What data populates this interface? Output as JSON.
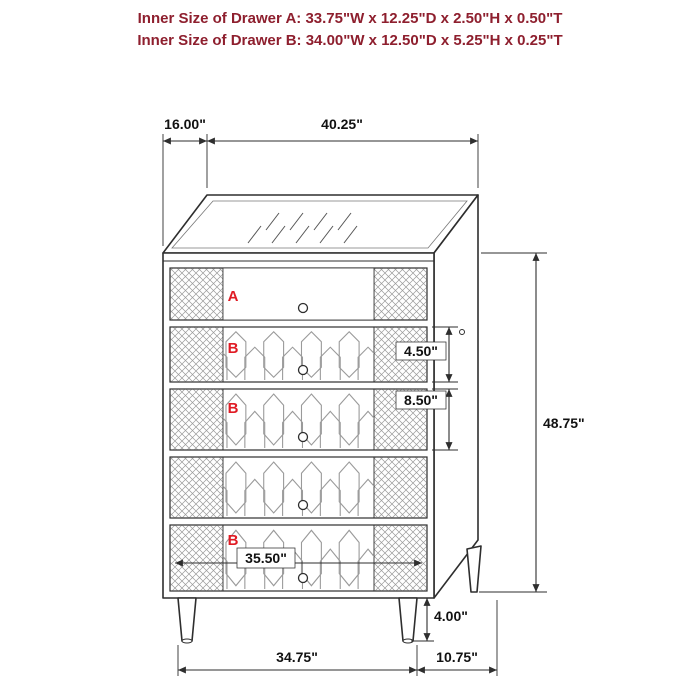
{
  "header": {
    "line1": "Inner Size of Drawer A: 33.75\"W x 12.25\"D x 2.50\"H x 0.50\"T",
    "line2": "Inner Size of Drawer B: 34.00\"W x 12.50\"D x 5.25\"H x 0.25\"T"
  },
  "markers": {
    "drawer_a": "A",
    "drawer_b": "B"
  },
  "dims": {
    "top_depth": "16.00\"",
    "top_width": "40.25\"",
    "overall_height": "48.75\"",
    "drawer_front_a": "4.50\"",
    "drawer_front_b": "8.50\"",
    "drawer_front_width": "35.50\"",
    "leg_height": "4.00\"",
    "base_width": "34.75\"",
    "base_depth": "10.75\""
  },
  "colors": {
    "header_text": "#8E1F2E",
    "drawer_marker": "#E01B24",
    "line": "#2E2E2E"
  },
  "item": "5-drawer chest dimension diagram"
}
